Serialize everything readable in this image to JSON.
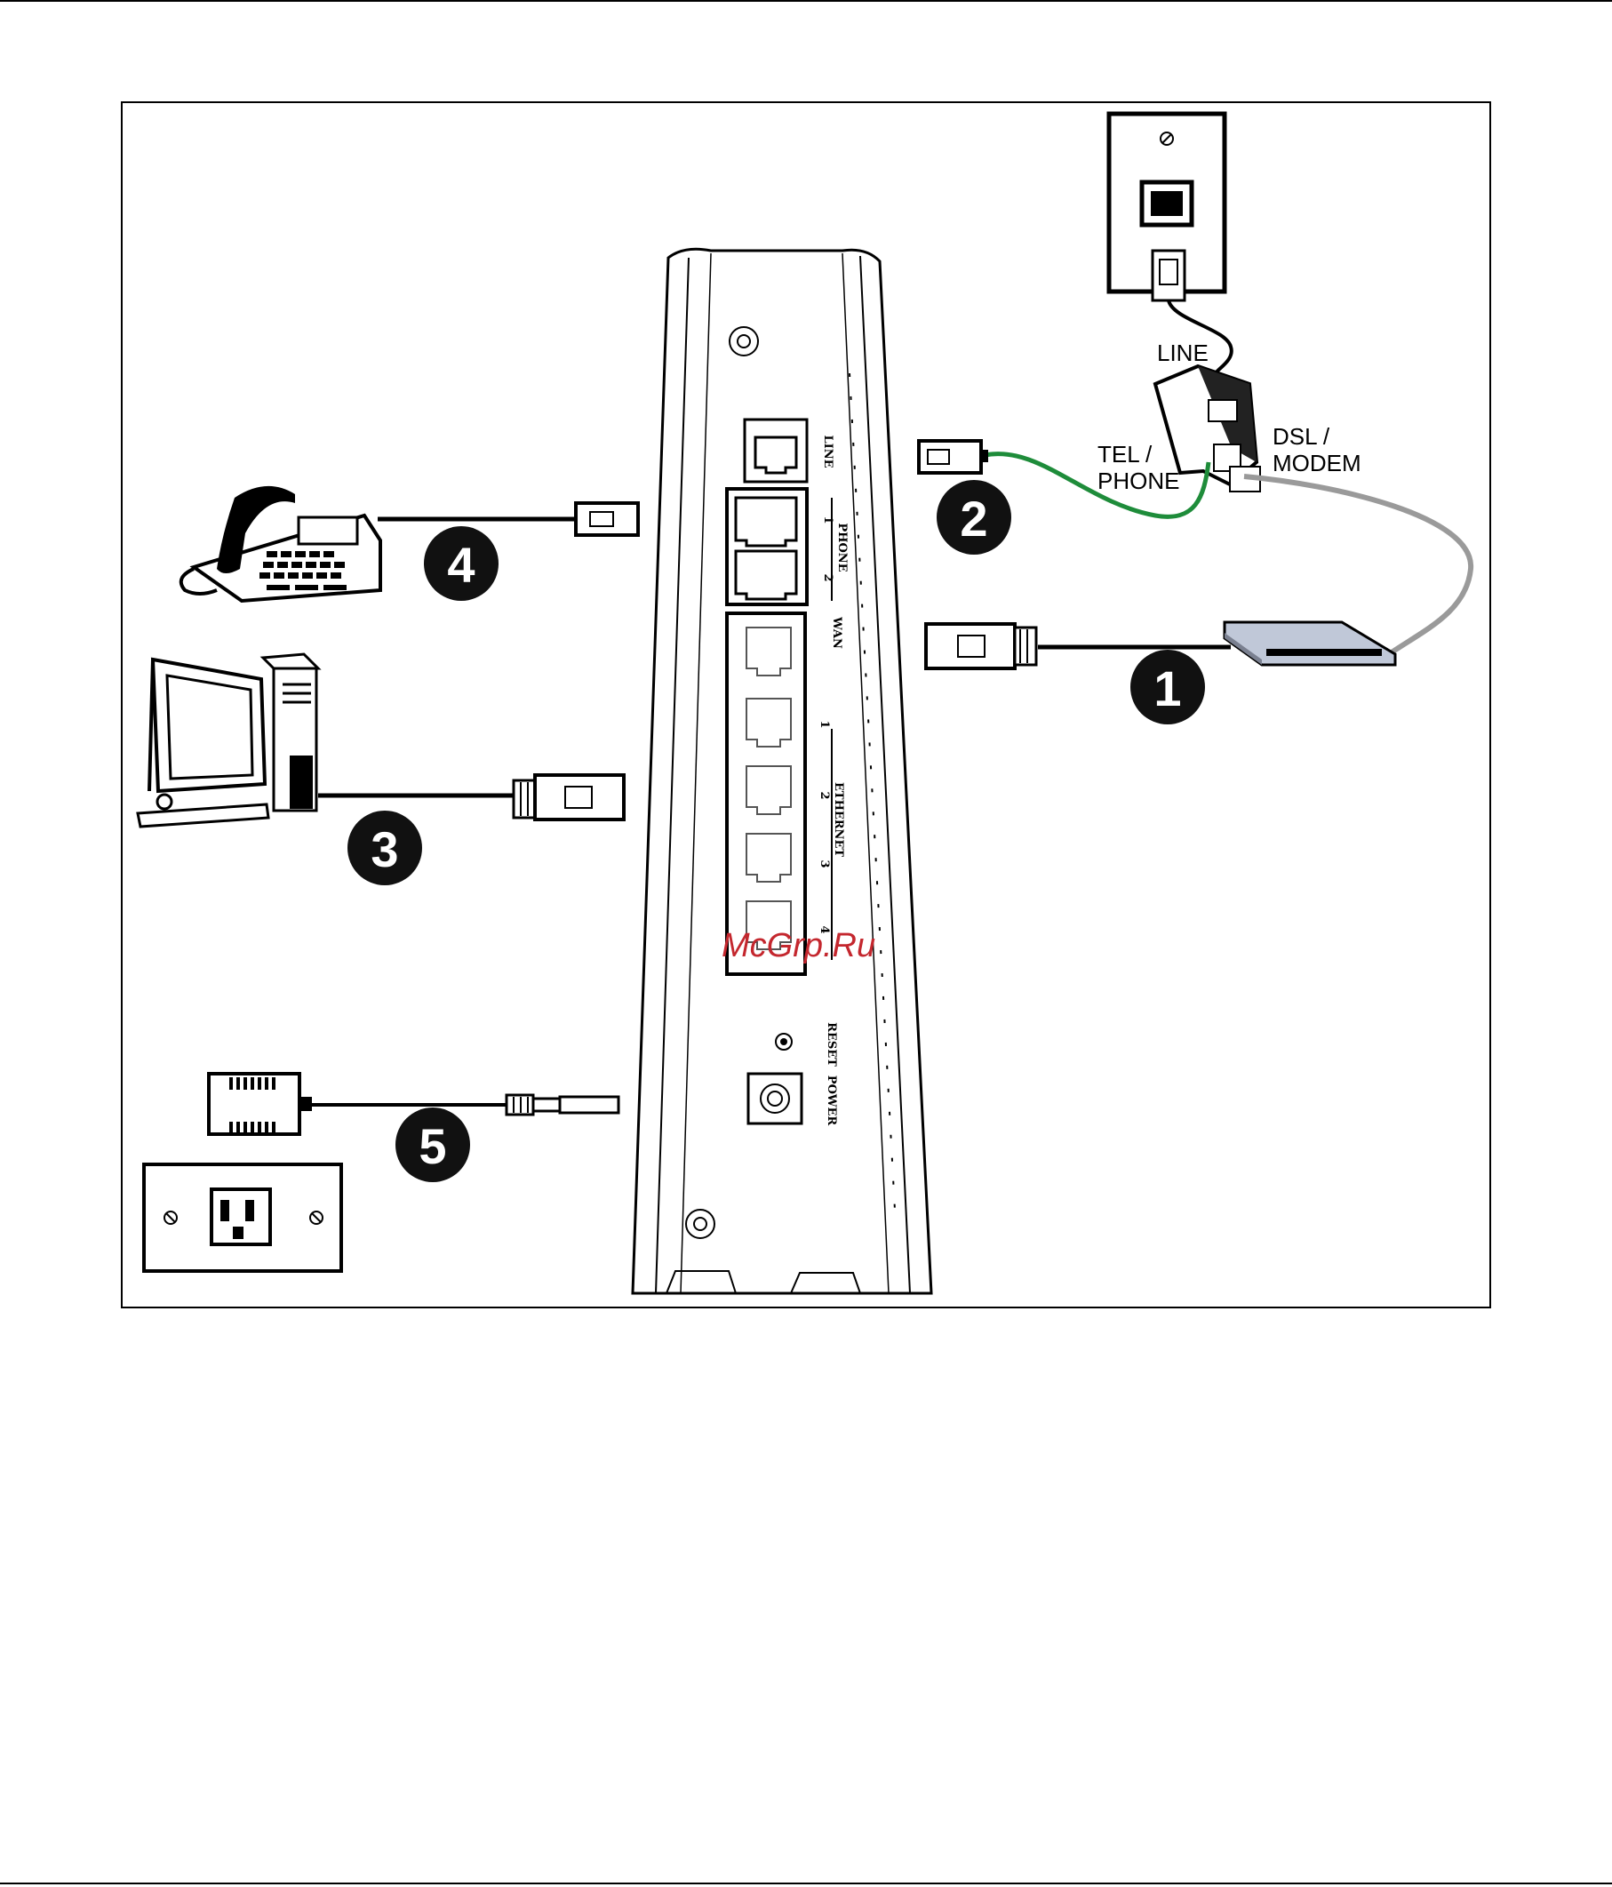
{
  "splitter": {
    "line_label": "LINE",
    "tel_label_1": "TEL /",
    "tel_label_2": "PHONE",
    "dsl_label_1": "DSL /",
    "dsl_label_2": "MODEM"
  },
  "device_ports": {
    "line": "LINE",
    "phone": "PHONE",
    "phone_num_1": "1",
    "phone_num_2": "2",
    "wan": "WAN",
    "ethernet": "ETHERNET",
    "eth_num_1": "1",
    "eth_num_2": "2",
    "eth_num_3": "3",
    "eth_num_4": "4",
    "reset": "RESET",
    "power": "POWER"
  },
  "steps": [
    "1",
    "2",
    "3",
    "4",
    "5"
  ],
  "watermark": "McGrp.Ru",
  "colors": {
    "phone_cable": "#1e8c3a",
    "dsl_cable": "#9a9a9a",
    "watermark": "#c4272e",
    "line": "#000000"
  }
}
